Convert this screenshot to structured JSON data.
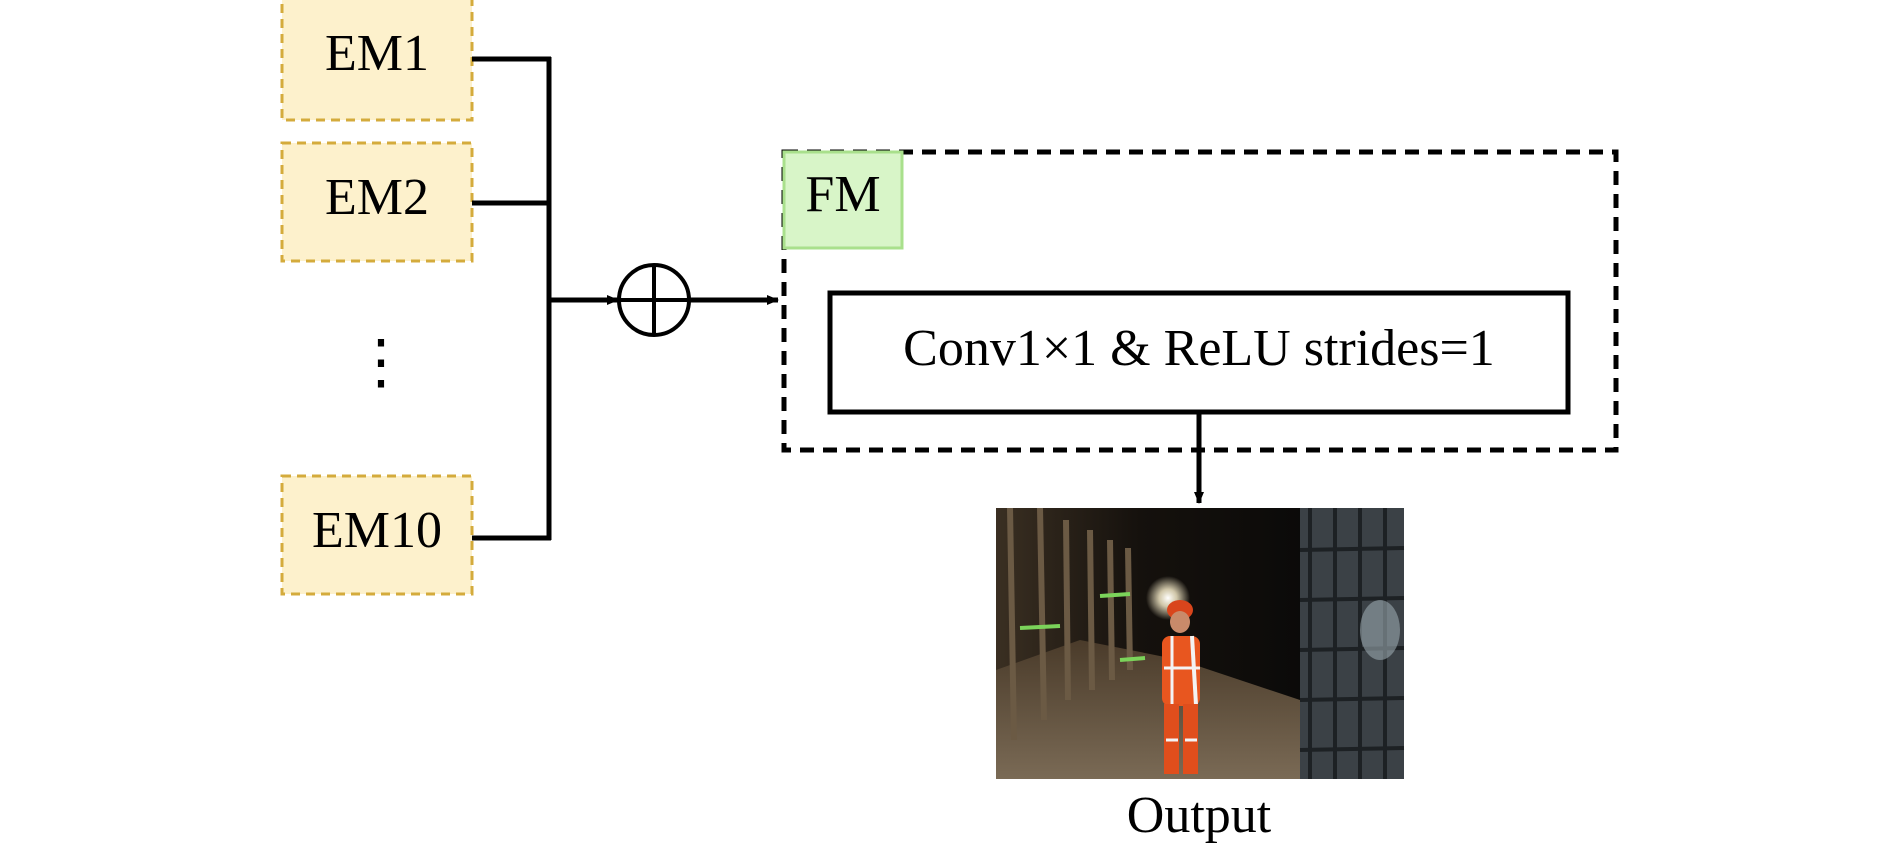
{
  "colors": {
    "em_fill": "#fdf1cc",
    "em_border": "#d4ab3c",
    "fm_fill": "#d8f5c8",
    "fm_border": "#a9e08c",
    "line": "#000000"
  },
  "em_modules": [
    {
      "label": "EM1"
    },
    {
      "label": "EM2"
    },
    {
      "label": "EM10"
    }
  ],
  "ellipsis": "⋮",
  "sum_operator_icon": "circled-plus-icon",
  "fusion_module": {
    "label": "FM",
    "conv_block": "Conv1×1 & ReLU strides=1"
  },
  "output": {
    "label": "Output",
    "image_icon": "mine-tunnel-worker-photo"
  }
}
